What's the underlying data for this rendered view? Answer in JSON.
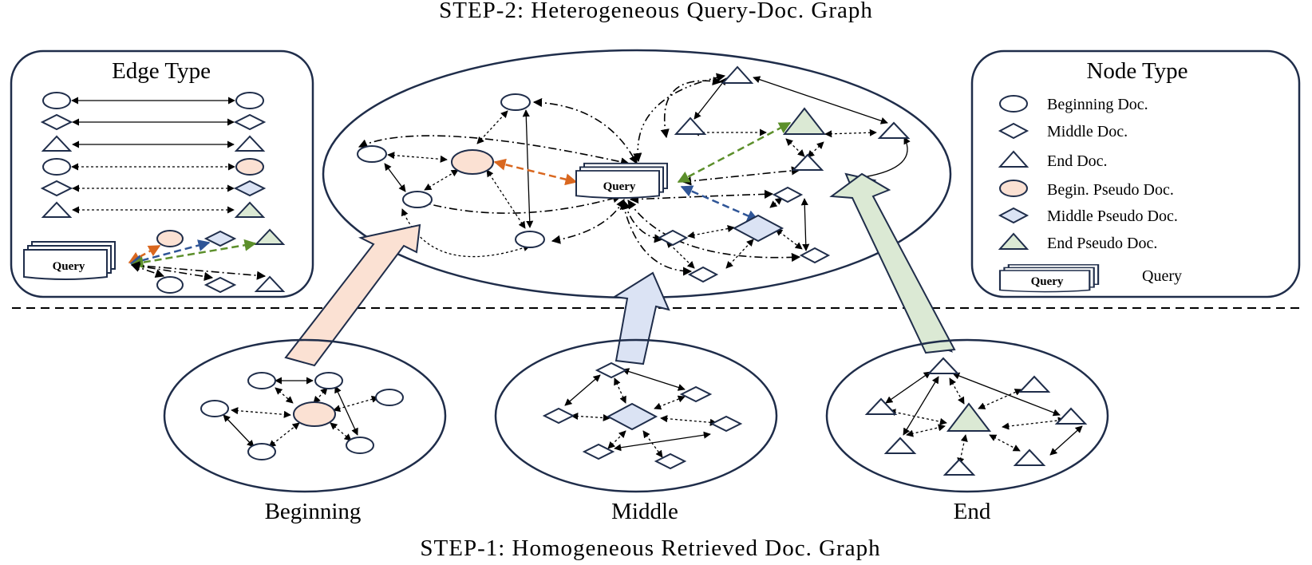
{
  "step2_title": "STEP-2: Heterogeneous Query-Doc. Graph",
  "step1_title": "STEP-1: Homogeneous Retrieved Doc. Graph",
  "edge_type_panel": {
    "title": "Edge Type",
    "query_label": "Query"
  },
  "node_type_panel": {
    "title": "Node Type",
    "items": [
      {
        "label": "Beginning Doc.",
        "icon": "circle-icon"
      },
      {
        "label": "Middle Doc.",
        "icon": "diamond-icon"
      },
      {
        "label": "End Doc.",
        "icon": "triangle-icon"
      },
      {
        "label": "Begin. Pseudo Doc.",
        "icon": "pseudo-circle-icon"
      },
      {
        "label": "Middle Pseudo Doc.",
        "icon": "pseudo-diamond-icon"
      },
      {
        "label": "End Pseudo Doc.",
        "icon": "pseudo-triangle-icon"
      },
      {
        "label": "Query",
        "icon": "query-stack-icon"
      }
    ],
    "query_icon_text": "Query"
  },
  "hetero_graph": {
    "query_label": "Query"
  },
  "groups": [
    {
      "label": "Beginning"
    },
    {
      "label": "Middle"
    },
    {
      "label": "End"
    }
  ],
  "colors": {
    "stroke": "#1f2d4a",
    "pseudo_begin": "#fbe1d3",
    "pseudo_middle": "#dbe3f4",
    "pseudo_end": "#dbe9d4",
    "edge_orange": "#d9671f",
    "edge_green": "#5c8f2b",
    "edge_blue": "#2f5597"
  }
}
